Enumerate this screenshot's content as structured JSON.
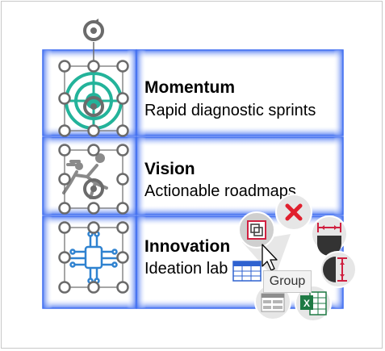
{
  "rows": [
    {
      "title": "Momentum",
      "subtitle": "Rapid diagnostic sprints",
      "icon": "target-icon"
    },
    {
      "title": "Vision",
      "subtitle": "Actionable roadmaps",
      "icon": "running-people-icon"
    },
    {
      "title": "Innovation",
      "subtitle": "Ideation lab",
      "icon": "circuit-chip-icon"
    }
  ],
  "context_menu": {
    "group_tooltip": "Group",
    "items": [
      {
        "name": "group-icon"
      },
      {
        "name": "delete-icon"
      },
      {
        "name": "distribute-horizontal-icon"
      },
      {
        "name": "distribute-vertical-icon"
      },
      {
        "name": "excel-export-icon"
      },
      {
        "name": "table-layout-icon"
      },
      {
        "name": "table-insert-icon"
      }
    ]
  },
  "colors": {
    "cell_glow": "#3d6cf0",
    "icon_teal": "#23b39a",
    "icon_blue": "#2f82d0",
    "delete_red": "#e0202e",
    "excel_green": "#1e7a44",
    "handle_gray": "#6b6b6b"
  }
}
